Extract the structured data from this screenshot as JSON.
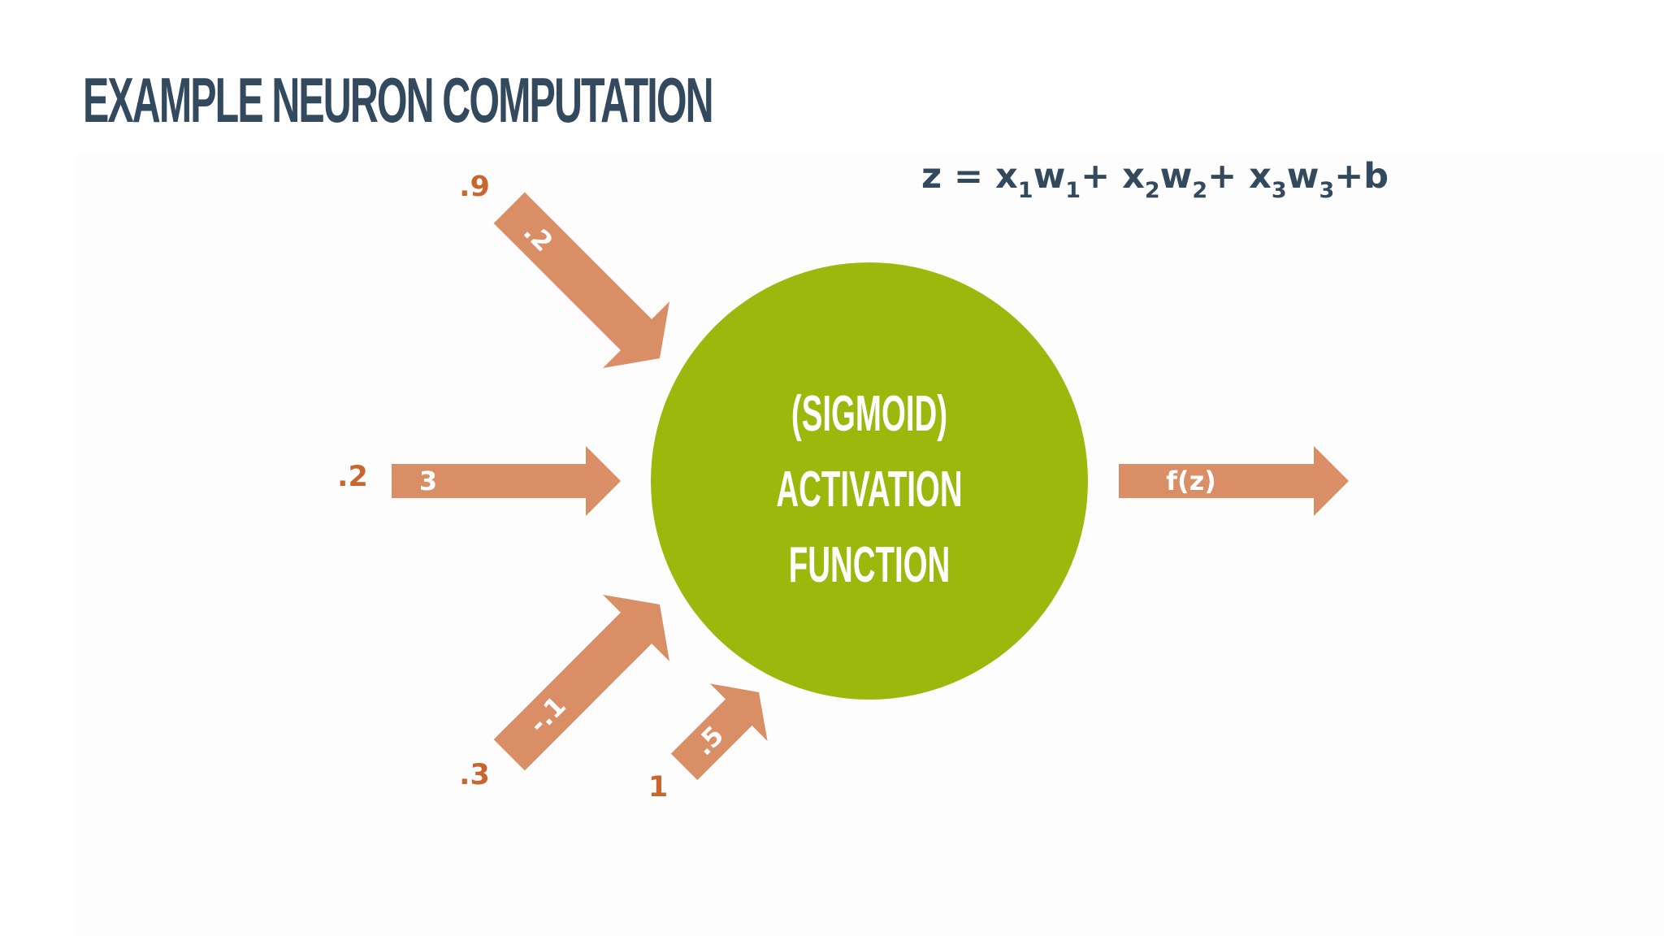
{
  "title": "EXAMPLE NEURON COMPUTATION",
  "formula": {
    "z": "z",
    "eq": " = ",
    "x": "x",
    "w": "w",
    "plus": "+ ",
    "s1": "1",
    "s2": "2",
    "s3": "3",
    "b": "+b"
  },
  "neuron": {
    "line1": "(SIGMOID)",
    "line2": "ACTIVATION",
    "line3": "FUNCTION"
  },
  "inputs": [
    {
      "input": ".9",
      "weight": ".2"
    },
    {
      "input": ".2",
      "weight": "3"
    },
    {
      "input": ".3",
      "weight": "-.1"
    },
    {
      "input": "1",
      "weight": ".5"
    }
  ],
  "output": {
    "label": "f(z)"
  },
  "colors": {
    "title": "#334a5e",
    "arrow": "#da8e66",
    "neuron": "#9cb80c",
    "input_values": "#c8662e"
  }
}
